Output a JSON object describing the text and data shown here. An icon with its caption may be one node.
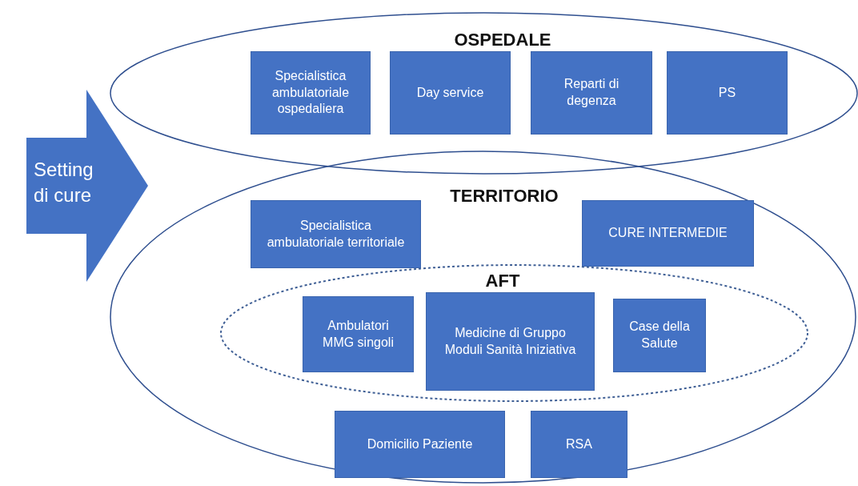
{
  "diagram": {
    "nodes": [
      {
        "text": [
          "Setting di cure"
        ]
      },
      {
        "text": [
          "OSPEDALE"
        ]
      },
      {
        "text": [
          "Specialistica ambulatoriale ospedaliera"
        ],
        "in": 1
      },
      {
        "text": [
          "Day service"
        ],
        "in": 1
      },
      {
        "text": [
          "Reparti di degenza"
        ],
        "in": 1
      },
      {
        "text": [
          "PS"
        ],
        "in": 1
      },
      {
        "text": [
          "TERRITORIO"
        ]
      },
      {
        "text": [
          "Specialistica ambulatoriale territoriale"
        ],
        "in": 6
      },
      {
        "text": [
          "CURE INTERMEDIE"
        ],
        "in": 6
      },
      {
        "text": [
          "AFT"
        ],
        "in": 6
      },
      {
        "text": [
          "Ambulatori MMG singoli"
        ],
        "in": 9
      },
      {
        "text": [
          "Medicine di Gruppo Moduli Sanità Iniziativa"
        ],
        "in": 9
      },
      {
        "text": [
          "Case della Salute"
        ],
        "in": 9
      },
      {
        "text": [
          "Domicilio Paziente"
        ],
        "in": 6
      },
      {
        "text": [
          "RSA"
        ],
        "in": 6
      }
    ],
    "edges": []
  }
}
